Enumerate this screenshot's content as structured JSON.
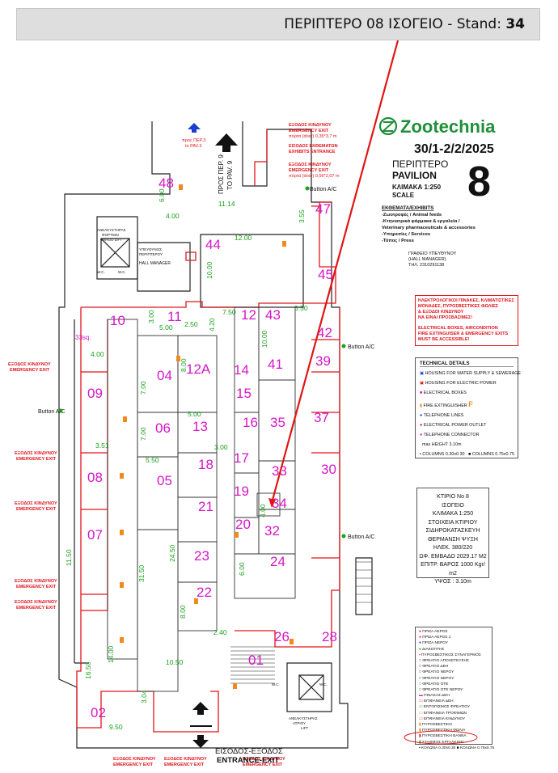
{
  "banner": {
    "prefix": "ΠΕΡΙΠΤΕΡΟ 08 ΙΣΟΓΕΙΟ - Stand: ",
    "stand": "34"
  },
  "header": {
    "logo": "Zootechnia",
    "dates": "30/1-2/2/2025",
    "pavilion_gr": "ΠΕΡΙΠΤΕΡΟ",
    "pavilion_en": "PAVILION",
    "scale_gr": "ΚΛΙΜΑΚΑ 1:250",
    "scale_en": "SCALE",
    "number": "8"
  },
  "exhibits": {
    "title": "ΕΚΘΕΜΑΤΑ/EXHIBITS",
    "lines": [
      "-Ζωοτροφές / Animal feeds",
      "-Κτηνιατρικά φάρμακα & εργαλεία /",
      " Veterinary pharmaceuticals & accessories",
      "-Υπηρεσίες / Services",
      "-Τύπος / Press"
    ]
  },
  "manager_office": [
    "ΓΡΑΦΕΙΟ ΥΠΕΥΘΥΝΟΥ",
    "(HALL MANAGER)",
    "ΤΗΛ. 2310291138"
  ],
  "warning": [
    "ΗΛΕΚΤΡΟΛΟΓΙΚΟΙ ΠΙΝΑΚΕΣ, ΚΛΙΜΑΤΙΣΤΙΚΕΣ",
    "ΜΟΝΑΔΕΣ, ΠΥΡΟΣΒΕΣΤΙΚΕΣ ΦΩΛΙΕΣ",
    "& ΕΞΟΔΟΙ ΚΙΝΔΥΝΟΥ",
    "ΝΑ ΕΙΝΑΙ ΠΡΟΣΒΑΣΙΜΕΣ!",
    "",
    "ELECTRICAL BOXES, AIRCONDITION",
    "FIRE EXTINGUISER & EMERGENCY EXITS",
    "MUST BE ACCESSIBLE!"
  ],
  "technical": {
    "title": "TECHNICAL DETAILS",
    "items": [
      "HOUSING FOR WATER SUPPLY & SEWERAGE",
      "HOUSING FOR ELECTRIC POWER",
      "ELECTRICAL BOXES",
      "FIRE EXTINGUISHER",
      "TELEPHONE LINES",
      "ELECTRICAL POWER OUTLET",
      "TELEPHONE CONNECTOR",
      "max HEIGHT 3.10m"
    ],
    "columns": [
      "COLUMNS 0.30x0.30",
      "COLUMNS 0.75x0.75"
    ]
  },
  "building_info": [
    "ΚΤΙΡΙΟ No 8",
    "ΙΣΟΓΕΙΟ",
    "ΚΛΙΜΑΚΑ 1:250",
    "ΣΤΟΙΧΕΙΑ ΚΤΙΡΙΟΥ",
    "ΣΙΔΗΡΟΚΑΤΑΣΚΕΥΗ",
    "ΘΕΡΜΑΝΣΗ ΨΥΞΗ",
    "ΗΛΕΚ. 380/220",
    "ΩΦ. ΕΜΒΑΔΟ 2029.17 M2",
    "ΕΠΙΤΡ. ΒΑΡΟΣ 1000 Kgr/ m2",
    "ΥΨΟΣ : 3.10m"
  ],
  "legend": [
    "ΠΡΙΖΑ ΑΕΡΟΣ",
    "ΠΡΙΖΑ ΑΕΡΟΣ 1",
    "ΠΡΙΖΑ ΝΕΡΟΥ",
    "ΔΙΑΚΟΠΤΗΣ",
    "ΠΥΡΟΣΒΕΣΤΙΚΟΣ ΣΥΝΑΓΕΡΜΟΣ",
    "ΦΡΕΑΤΙΟ ΑΠΟΧΕΤΕΥΣΗΣ",
    "ΦΡΕΑΤΙΟ ΔΕΗ",
    "ΦΡΕΑΤΙΟ ΝΕΡΟΥ",
    "ΦΡΕΑΤΙΟ ΝΕΡΟΥ",
    "ΦΡΕΑΤΙΟ ΟΤΕ",
    "ΦΡΕΑΤΙΟ ΟΤΕ ΝΕΡΟΥ",
    "ΠΙΝΑΚΑΣ ΔΕΗ",
    "ΕΠΙΦΑΝΕΙΑ ΔΕΗ",
    "ΕΝΤΟΠΙΣΜΟΣ ΦΡΕΑΤΙΟΥ",
    "ΕΠΙΦΑΝΕΙΑ ΤΡΟΦΙΜΩΝ",
    "ΕΠΙΦΑΝΕΙΑ ΚΙΝΔΥΝΟΥ",
    "ΠΥΡΟΣΒΕΣΤΙΚΟ",
    "ΠΥΡΟΣΒΕΣΤΙΚΗ ΦΩΛΙΑ",
    "ΠΥΡΟΣΒΕΣΤΙΚΗ ΒΑΝΝΑ",
    "ΣΤΑΘΜΟΣ ΕΡΓΑΛΕΙΩΝ"
  ],
  "legend_footer": [
    "ΚΟΛΩΝΑ 0.30x0.30",
    "ΚΟΛΩΝΑ 0.75x0.75"
  ],
  "labels": {
    "emergency_gr": "ΕΞΟΔΟΣ ΚΙΝΔΥΝΟΥ",
    "emergency_en": "EMERGENCY EXIT",
    "exit_top_1a": "ΕΞΟΔΟΣ ΚΙΝΔΥΝΟΥ",
    "exit_top_1b": "EMERGENCY EXIT",
    "exit_top_1c": "πόρτα (door) 0,35*3,7 m",
    "exit_top_2a": "ΕΙΣΟΔΟΣ ΕΚΘΕΜΑΤΩΝ",
    "exit_top_2b": "EXHIBITS ENTRANCE",
    "exit_top_3a": "ΕΞΟΔΟΣ ΚΙΝΔΥΝΟΥ",
    "exit_top_3b": "EMERGENCY EXIT",
    "exit_top_3c": "πόρτα (door) 0,56*2,07 m",
    "to_pav3": "προς ΠΕΡ.3",
    "to_pav3b": "to PAV.3",
    "to_pav9": "ΠΡΟΣ ΠΕΡ. 9",
    "to_pav9b": "TO PAV. 9",
    "button_ac": "Button A/C",
    "cargo_lift": [
      "ΑΝΕΛΚΥΣΤΗΡΑΣ",
      "ΦΟΡΤΙΩΝ",
      "CARGO LIFT"
    ],
    "manager": [
      "ΥΠΕΥΘΥΝΟΣ",
      "ΠΕΡΙΠΤΕΡΟΥ",
      "HALL MANAGER"
    ],
    "atrium_lift": [
      "ΑΝΕΛΚΥΣΤΗΡΑΣ",
      "ΑΤΡΙΟΥ",
      "LIFT"
    ],
    "wc": "W.C.",
    "sq": "33sq.",
    "entrance_gr": "ΕΙΣΟΔΟΣ-ΕΞΟΔΟΣ",
    "entrance_en": "ENTRANCE-EXIT"
  },
  "stands": [
    "48",
    "47",
    "44",
    "45",
    "10",
    "11",
    "12",
    "43",
    "42",
    "12A",
    "04",
    "14",
    "41",
    "39",
    "09",
    "15",
    "06",
    "13",
    "16",
    "35",
    "37",
    "08",
    "18",
    "05",
    "17",
    "33",
    "30",
    "21",
    "19",
    "34",
    "07",
    "20",
    "32",
    "24",
    "23",
    "22",
    "26",
    "28",
    "01",
    "02"
  ],
  "dimensions": [
    "6.00",
    "4.00",
    "12.00",
    "10.00",
    "11.14",
    "3.55",
    "7.50",
    "3.50",
    "3.00",
    "5.00",
    "2.50",
    "4.20",
    "4.00",
    "10.00",
    "8.00",
    "7.00",
    "5.50",
    "3.51",
    "7.00",
    "5.00",
    "3.00",
    "4.00",
    "24.50",
    "31.50",
    "11.50",
    "16.50",
    "14.00",
    "9.50",
    "10.50",
    "3.04",
    "2.40",
    "6.00",
    "8.00"
  ]
}
